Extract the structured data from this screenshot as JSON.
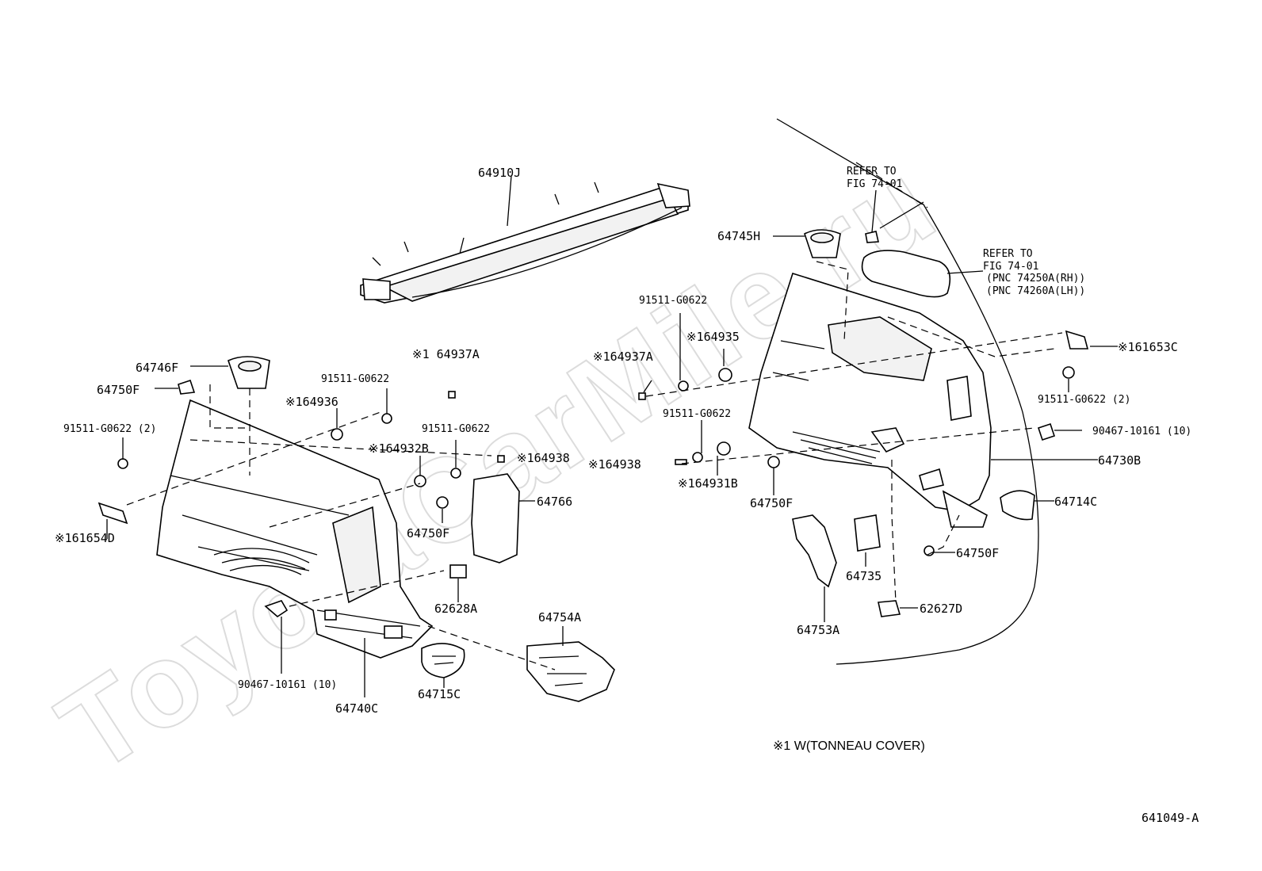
{
  "watermark": "ToyotaCarMile.ru",
  "diagram_id": "641049-A",
  "note": "※1 W(TONNEAU COVER)",
  "references": {
    "ref1": {
      "line1": "REFER TO",
      "line2": "FIG 74-01"
    },
    "ref2": {
      "line1": "REFER TO",
      "line2": "FIG 74-01",
      "line3": "(PNC 74250A(RH))",
      "line4": "(PNC 74260A(LH))"
    }
  },
  "parts": {
    "p64910J": "64910J",
    "p64746F": "64746F",
    "p64750F_a": "64750F",
    "p91511_2_a": "91511-G0622 (2)",
    "p161654D": "※161654D",
    "p91511_a": "91511-G0622",
    "p164936": "※164936",
    "p164937A_a": "※1 64937A",
    "p164932B": "※164932B",
    "p91511_b": "91511-G0622",
    "p164938_a": "※164938",
    "p64766": "64766",
    "p64750F_b": "64750F",
    "p62628A": "62628A",
    "p90467_a": "90467-10161 (10)",
    "p64740C": "64740C",
    "p64715C": "64715C",
    "p64754A": "64754A",
    "p64745H": "64745H",
    "p91511_c": "91511-G0622",
    "p164935": "※164935",
    "p164937A_b": "※164937A",
    "p91511_d": "91511-G0622",
    "p164938_b": "※164938",
    "p164931B": "※164931B",
    "p64750F_c": "64750F",
    "p161653C": "※161653C",
    "p91511_2_b": "91511-G0622 (2)",
    "p90467_b": "90467-10161 (10)",
    "p64730B": "64730B",
    "p64714C": "64714C",
    "p64750F_d": "64750F",
    "p64735": "64735",
    "p62627D": "62627D",
    "p64753A": "64753A"
  }
}
